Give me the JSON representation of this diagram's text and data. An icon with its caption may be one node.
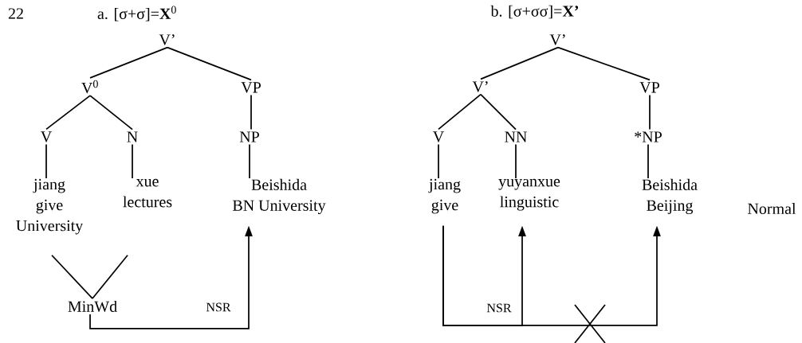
{
  "diagram": {
    "nodes": [
      {
        "text": [
          "V’"
        ]
      },
      {
        "text": [
          "V$^{0}$"
        ]
      },
      {
        "text": [
          "VP"
        ]
      },
      {
        "text": [
          "V"
        ]
      },
      {
        "text": [
          "N"
        ]
      },
      {
        "text": [
          "NP"
        ]
      },
      {
        "text": [
          "jiang",
          "give",
          "University"
        ]
      },
      {
        "text": [
          "xue",
          "lectures"
        ]
      },
      {
        "text": [
          "Beishida",
          "BN University"
        ]
      },
      {
        "text": [
          "MinWd"
        ]
      },
      {
        "text": [
          "V’"
        ]
      },
      {
        "text": [
          "V’"
        ]
      },
      {
        "text": [
          "VP"
        ]
      },
      {
        "text": [
          "V"
        ]
      },
      {
        "text": [
          "NN"
        ]
      },
      {
        "text": [
          "*NP"
        ]
      },
      {
        "text": [
          "jiang",
          "give"
        ]
      },
      {
        "text": [
          "yuyanxue",
          "linguistic"
        ]
      },
      {
        "text": [
          "Beishida",
          "Beijing"
        ]
      }
    ],
    "edges": [
      {
        "from": 0,
        "to": 1,
        "arrow": "none"
      },
      {
        "from": 0,
        "to": 2,
        "arrow": "none"
      },
      {
        "from": 1,
        "to": 3,
        "arrow": "none"
      },
      {
        "from": 1,
        "to": 4,
        "arrow": "none"
      },
      {
        "from": 2,
        "to": 5,
        "arrow": "none"
      },
      {
        "from": 3,
        "to": 6,
        "arrow": "none"
      },
      {
        "from": 4,
        "to": 7,
        "arrow": "none"
      },
      {
        "from": 5,
        "to": 8,
        "arrow": "none"
      },
      {
        "from": 6,
        "to": 9,
        "arrow": "none"
      },
      {
        "from": 7,
        "to": 9,
        "arrow": "none"
      },
      {
        "from": 9,
        "to": 8,
        "arrow": "to",
        "label": "NSR"
      },
      {
        "from": 10,
        "to": 11,
        "arrow": "none"
      },
      {
        "from": 10,
        "to": 12,
        "arrow": "none"
      },
      {
        "from": 11,
        "to": 13,
        "arrow": "none"
      },
      {
        "from": 11,
        "to": 14,
        "arrow": "none"
      },
      {
        "from": 12,
        "to": 15,
        "arrow": "none"
      },
      {
        "from": 13,
        "to": 16,
        "arrow": "none"
      },
      {
        "from": 14,
        "to": 17,
        "arrow": "none"
      },
      {
        "from": 15,
        "to": 18,
        "arrow": "none"
      },
      {
        "from": 16,
        "to": 17,
        "arrow": "to",
        "label": "NSR"
      },
      {
        "from": 16,
        "to": 18,
        "arrow": "to"
      }
    ],
    "labels": [
      "22",
      "a. [σ+σ]=**X**$^{0}$",
      "b. [σ+σσ]=**X’**",
      "Normal"
    ]
  }
}
